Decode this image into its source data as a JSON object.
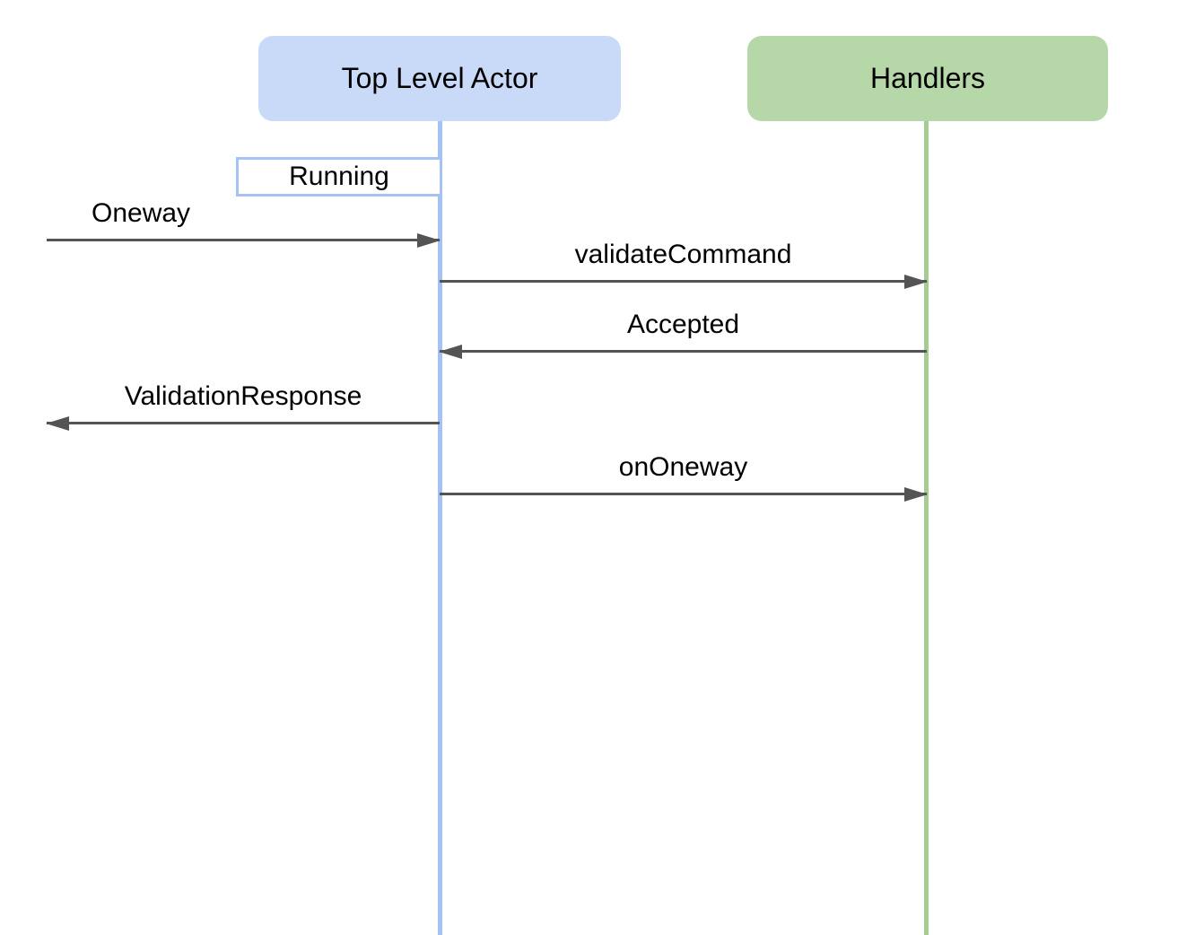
{
  "diagram": {
    "type": "sequence-diagram",
    "actors": [
      {
        "id": "top-level-actor",
        "label": "Top Level Actor",
        "fill": "#c9daf8",
        "lifeline_color": "#a4c2f4"
      },
      {
        "id": "handlers",
        "label": "Handlers",
        "fill": "#b6d7a8",
        "lifeline_color": "#a5cc92"
      }
    ],
    "state_box": {
      "label": "Running",
      "border_color": "#a4c2f4",
      "fill": "#ffffff"
    },
    "messages": [
      {
        "label": "Oneway",
        "from": "external-left",
        "to": "top-level-actor",
        "direction": "right"
      },
      {
        "label": "validateCommand",
        "from": "top-level-actor",
        "to": "handlers",
        "direction": "right"
      },
      {
        "label": "Accepted",
        "from": "handlers",
        "to": "top-level-actor",
        "direction": "left"
      },
      {
        "label": "ValidationResponse",
        "from": "top-level-actor",
        "to": "external-left",
        "direction": "left"
      },
      {
        "label": "onOneway",
        "from": "top-level-actor",
        "to": "handlers",
        "direction": "right"
      }
    ],
    "arrow_color": "#545454",
    "text_color": "#000000"
  }
}
